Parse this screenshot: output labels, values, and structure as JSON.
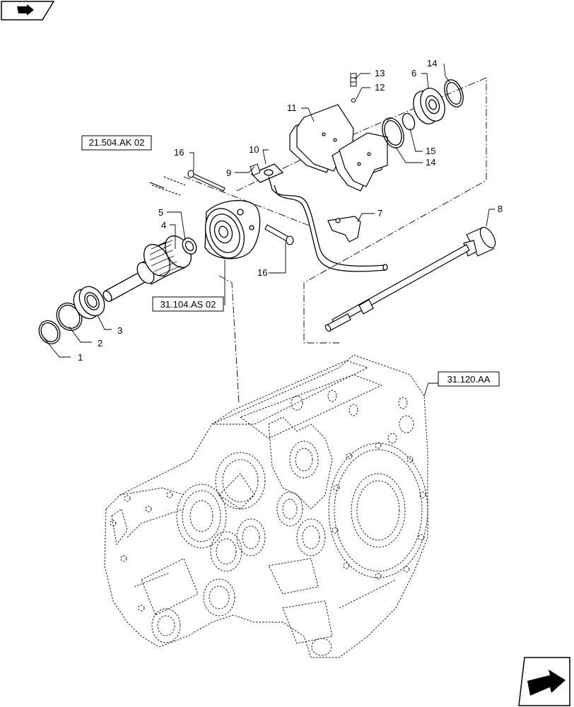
{
  "diagram": {
    "callouts": [
      "1",
      "2",
      "3",
      "4",
      "5",
      "6",
      "7",
      "8",
      "9",
      "10",
      "11",
      "12",
      "13",
      "14",
      "14",
      "15",
      "16",
      "16"
    ],
    "references": [
      "21.504.AK 02",
      "31.104.AS 02",
      "31.120.AA"
    ]
  },
  "icons": {
    "top_left": "previous-page-arrow-icon",
    "bottom_right": "next-page-arrow-icon"
  }
}
